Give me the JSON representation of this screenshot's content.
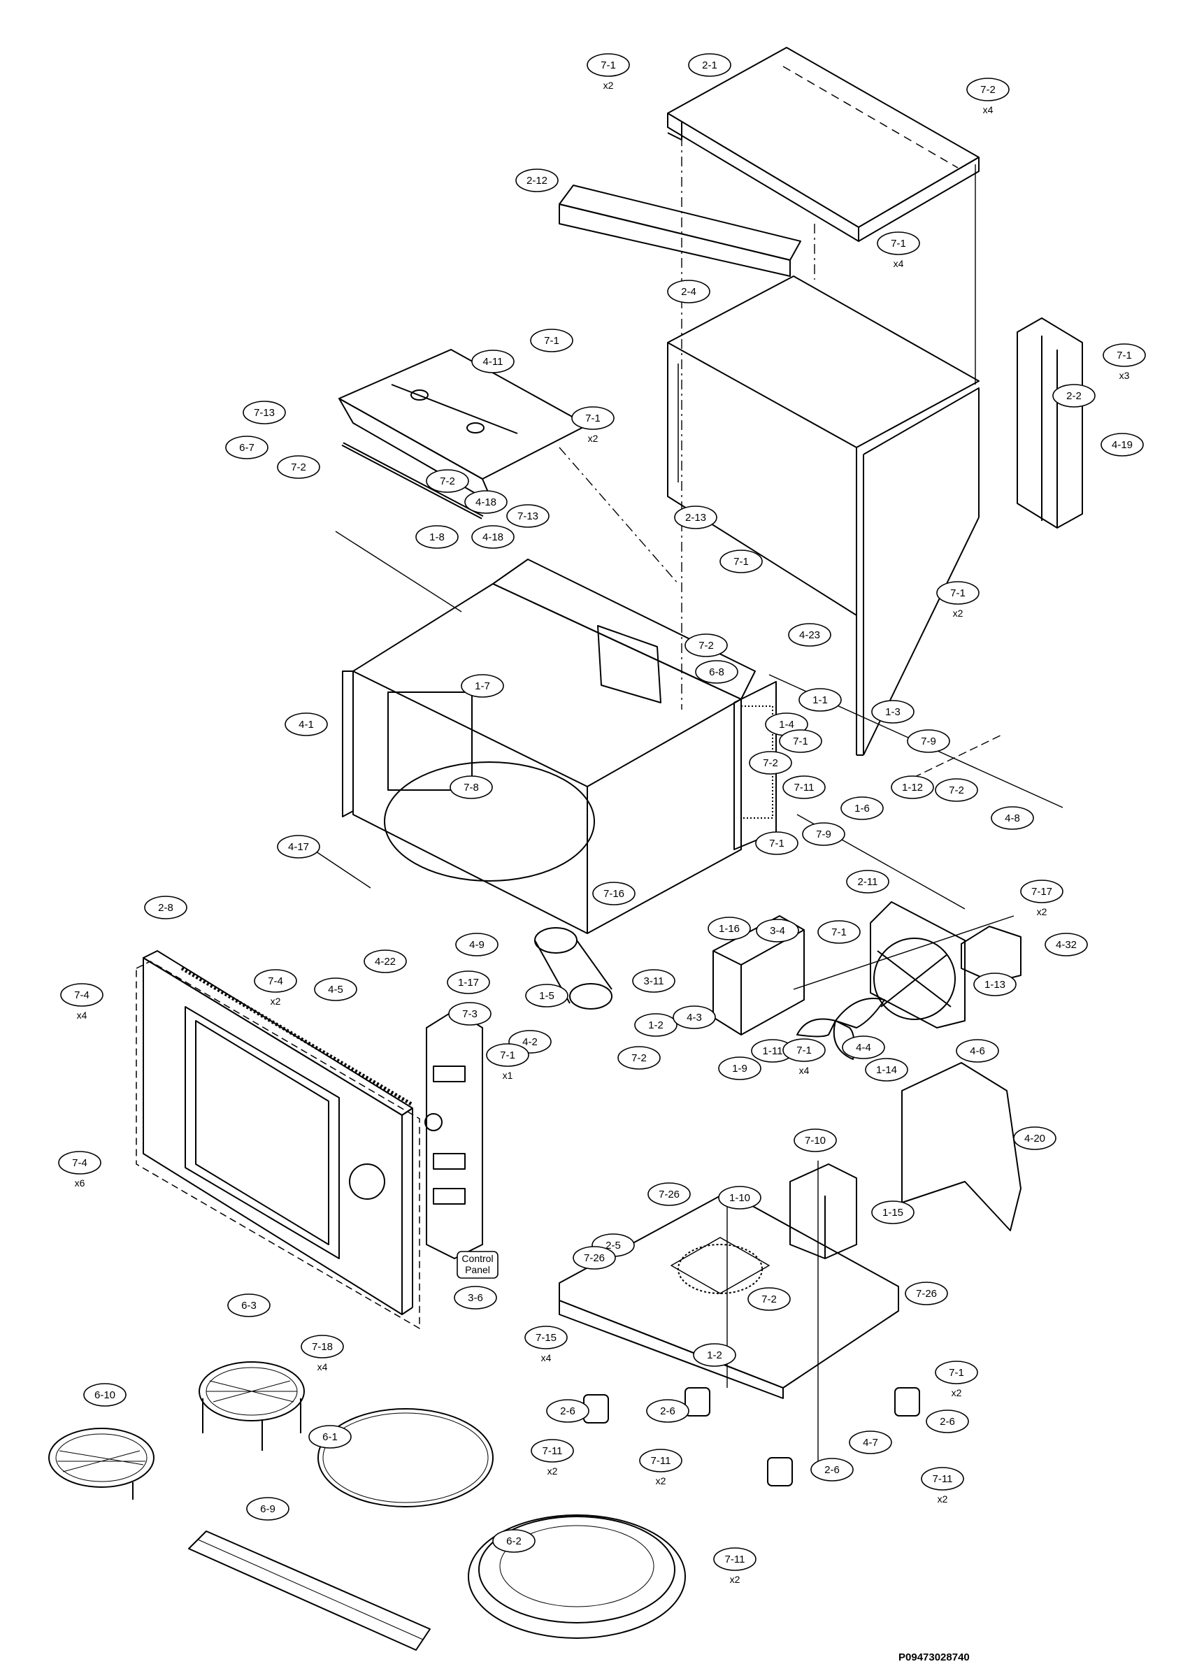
{
  "diagram": {
    "code": "P09473028740",
    "control_panel": "Control\nPanel",
    "labels": [
      {
        "id": "7-1",
        "qty": "x2"
      },
      {
        "id": "2-1",
        "qty": ""
      },
      {
        "id": "7-2",
        "qty": "x4"
      },
      {
        "id": "2-12",
        "qty": ""
      },
      {
        "id": "7-1",
        "qty": "x4"
      },
      {
        "id": "2-4",
        "qty": ""
      },
      {
        "id": "7-1",
        "qty": "x3"
      },
      {
        "id": "2-2",
        "qty": ""
      },
      {
        "id": "4-19",
        "qty": ""
      },
      {
        "id": "4-11",
        "qty": ""
      },
      {
        "id": "7-1",
        "qty": ""
      },
      {
        "id": "7-13",
        "qty": ""
      },
      {
        "id": "7-1",
        "qty": "x2"
      },
      {
        "id": "6-7",
        "qty": ""
      },
      {
        "id": "7-2",
        "qty": ""
      },
      {
        "id": "7-2",
        "qty": ""
      },
      {
        "id": "4-18",
        "qty": ""
      },
      {
        "id": "7-13",
        "qty": ""
      },
      {
        "id": "1-8",
        "qty": ""
      },
      {
        "id": "4-18",
        "qty": ""
      },
      {
        "id": "2-13",
        "qty": ""
      },
      {
        "id": "7-1",
        "qty": ""
      },
      {
        "id": "7-1",
        "qty": "x2"
      },
      {
        "id": "4-23",
        "qty": ""
      },
      {
        "id": "7-2",
        "qty": ""
      },
      {
        "id": "6-8",
        "qty": ""
      },
      {
        "id": "1-7",
        "qty": ""
      },
      {
        "id": "1-1",
        "qty": ""
      },
      {
        "id": "4-1",
        "qty": ""
      },
      {
        "id": "1-4",
        "qty": ""
      },
      {
        "id": "1-3",
        "qty": ""
      },
      {
        "id": "7-1",
        "qty": ""
      },
      {
        "id": "7-9",
        "qty": ""
      },
      {
        "id": "7-2",
        "qty": ""
      },
      {
        "id": "7-8",
        "qty": ""
      },
      {
        "id": "7-11",
        "qty": ""
      },
      {
        "id": "1-6",
        "qty": ""
      },
      {
        "id": "1-12",
        "qty": ""
      },
      {
        "id": "7-2",
        "qty": ""
      },
      {
        "id": "4-8",
        "qty": ""
      },
      {
        "id": "4-17",
        "qty": ""
      },
      {
        "id": "7-1",
        "qty": ""
      },
      {
        "id": "7-9",
        "qty": ""
      },
      {
        "id": "7-16",
        "qty": ""
      },
      {
        "id": "2-11",
        "qty": ""
      },
      {
        "id": "7-17",
        "qty": "x2"
      },
      {
        "id": "1-16",
        "qty": ""
      },
      {
        "id": "3-4",
        "qty": ""
      },
      {
        "id": "7-1",
        "qty": ""
      },
      {
        "id": "2-8",
        "qty": ""
      },
      {
        "id": "4-9",
        "qty": ""
      },
      {
        "id": "4-32",
        "qty": ""
      },
      {
        "id": "7-4",
        "qty": "x2"
      },
      {
        "id": "4-22",
        "qty": ""
      },
      {
        "id": "3-11",
        "qty": ""
      },
      {
        "id": "1-13",
        "qty": ""
      },
      {
        "id": "7-4",
        "qty": "x4"
      },
      {
        "id": "4-5",
        "qty": ""
      },
      {
        "id": "1-17",
        "qty": ""
      },
      {
        "id": "1-5",
        "qty": ""
      },
      {
        "id": "7-3",
        "qty": ""
      },
      {
        "id": "1-2",
        "qty": ""
      },
      {
        "id": "4-3",
        "qty": ""
      },
      {
        "id": "4-2",
        "qty": ""
      },
      {
        "id": "1-11",
        "qty": ""
      },
      {
        "id": "7-1",
        "qty": "x4"
      },
      {
        "id": "4-4",
        "qty": ""
      },
      {
        "id": "4-6",
        "qty": ""
      },
      {
        "id": "7-2",
        "qty": ""
      },
      {
        "id": "7-1",
        "qty": "x1"
      },
      {
        "id": "1-9",
        "qty": ""
      },
      {
        "id": "1-14",
        "qty": ""
      },
      {
        "id": "4-20",
        "qty": ""
      },
      {
        "id": "7-10",
        "qty": ""
      },
      {
        "id": "7-4",
        "qty": "x6"
      },
      {
        "id": "7-26",
        "qty": ""
      },
      {
        "id": "1-10",
        "qty": ""
      },
      {
        "id": "1-15",
        "qty": ""
      },
      {
        "id": "2-5",
        "qty": ""
      },
      {
        "id": "7-26",
        "qty": ""
      },
      {
        "id": "3-6",
        "qty": ""
      },
      {
        "id": "7-2",
        "qty": ""
      },
      {
        "id": "7-26",
        "qty": ""
      },
      {
        "id": "6-3",
        "qty": ""
      },
      {
        "id": "7-18",
        "qty": "x4"
      },
      {
        "id": "7-15",
        "qty": "x4"
      },
      {
        "id": "1-2",
        "qty": ""
      },
      {
        "id": "7-1",
        "qty": "x2"
      },
      {
        "id": "6-10",
        "qty": ""
      },
      {
        "id": "2-6",
        "qty": ""
      },
      {
        "id": "2-6",
        "qty": ""
      },
      {
        "id": "4-7",
        "qty": ""
      },
      {
        "id": "2-6",
        "qty": ""
      },
      {
        "id": "6-1",
        "qty": ""
      },
      {
        "id": "7-11",
        "qty": "x2"
      },
      {
        "id": "7-11",
        "qty": "x2"
      },
      {
        "id": "7-11",
        "qty": "x2"
      },
      {
        "id": "2-6",
        "qty": ""
      },
      {
        "id": "6-9",
        "qty": ""
      },
      {
        "id": "6-2",
        "qty": ""
      },
      {
        "id": "7-11",
        "qty": "x2"
      }
    ]
  }
}
